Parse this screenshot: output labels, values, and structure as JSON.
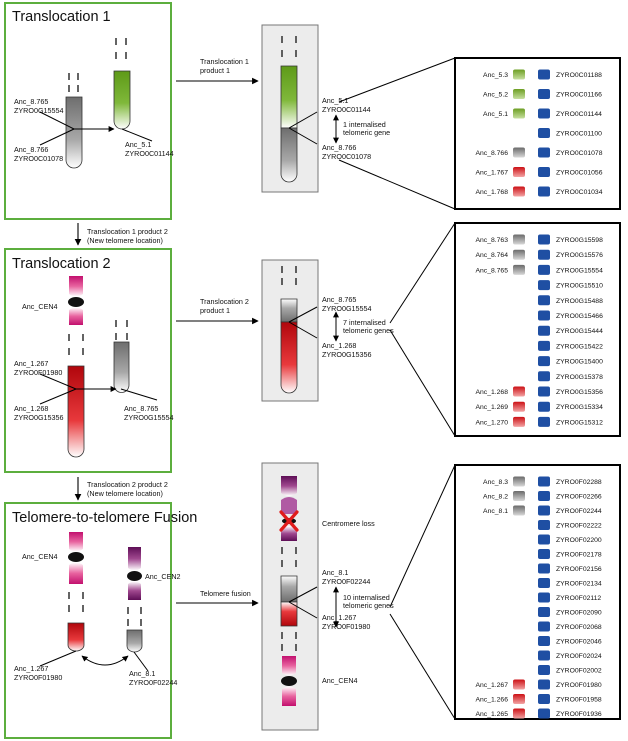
{
  "panels": {
    "translocation1": {
      "title": "Translocation 1"
    },
    "translocation2": {
      "title": "Translocation 2"
    },
    "fusion": {
      "title": "Telomere-to-telomere Fusion"
    }
  },
  "step_labels": {
    "t1_product2": [
      "Translocation 1 product 2",
      "(New telomere location)"
    ],
    "t2_product2": [
      "Translocation 2 product 2",
      "(New telomere location)"
    ]
  },
  "arrow_labels": {
    "t1_product1": [
      "Translocation 1",
      "product 1"
    ],
    "t2_product1": [
      "Translocation 2",
      "product 1"
    ],
    "fusion": [
      "Telomere fusion"
    ]
  },
  "t1_labels": {
    "top_left": [
      "Anc_8.765",
      "ZYRO0G15554"
    ],
    "bottom_left": [
      "Anc_8.766",
      "ZYRO0C01078"
    ],
    "right": [
      "Anc_5.1",
      "ZYRO0C01144"
    ]
  },
  "t1_product": {
    "top": [
      "Anc_5.1",
      "ZYRO0C01144"
    ],
    "bottom": [
      "Anc_8.766",
      "ZYRO0C01078"
    ],
    "note": [
      "1 internalised",
      "telomeric gene"
    ]
  },
  "t1_genes": {
    "anc": [
      "Anc_5.3",
      "Anc_5.2",
      "Anc_5.1",
      "",
      "Anc_8.766",
      "Anc_1.767",
      "Anc_1.768"
    ],
    "zyro": [
      "ZYRO0C01188",
      "ZYRO0C01166",
      "ZYRO0C01144",
      "ZYRO0C01100",
      "ZYRO0C01078",
      "ZYRO0C01056",
      "ZYRO0C01034"
    ]
  },
  "t2_labels": {
    "cen": "Anc_CEN4",
    "top_left": [
      "Anc_1.267",
      "ZYRO0F01980"
    ],
    "bottom_left": [
      "Anc_1.268",
      "ZYRO0G15356"
    ],
    "right": [
      "Anc_8.765",
      "ZYRO0G15554"
    ]
  },
  "t2_product": {
    "top": [
      "Anc_8.765",
      "ZYRO0G15554"
    ],
    "bottom": [
      "Anc_1.268",
      "ZYRO0G15356"
    ],
    "note": [
      "7 internalised",
      "telomeric genes"
    ]
  },
  "t2_genes": {
    "anc": [
      "Anc_8.763",
      "Anc_8.764",
      "Anc_8.765",
      "",
      "",
      "",
      "",
      "",
      "",
      "",
      "Anc_1.268",
      "Anc_1.269",
      "Anc_1.270"
    ],
    "zyro": [
      "ZYRO0G15598",
      "ZYRO0G15576",
      "ZYRO0G15554",
      "ZYRO0G15510",
      "ZYRO0G15488",
      "ZYRO0G15466",
      "ZYRO0G15444",
      "ZYRO0G15422",
      "ZYRO0G15400",
      "ZYRO0G15378",
      "ZYRO0G15356",
      "ZYRO0G15334",
      "ZYRO0G15312"
    ]
  },
  "fusion_labels": {
    "cen4": "Anc_CEN4",
    "cen2": "Anc_CEN2",
    "bottom_left": [
      "Anc_1.267",
      "ZYRO0F01980"
    ],
    "bottom_right": [
      "Anc_8.1",
      "ZYRO0F02244"
    ]
  },
  "fusion_product": {
    "centromere_loss": "Centromere loss",
    "top": [
      "Anc_8.1",
      "ZYRO0F02244"
    ],
    "bottom": [
      "Anc_1.267",
      "ZYRO0F01980"
    ],
    "note": [
      "10 internalised",
      "telomeric genes"
    ],
    "cen": "Anc_CEN4"
  },
  "fusion_genes": {
    "anc": [
      "Anc_8.3",
      "Anc_8.2",
      "Anc_8.1",
      "",
      "",
      "",
      "",
      "",
      "",
      "",
      "",
      "",
      "",
      "",
      "Anc_1.267",
      "Anc_1.266",
      "Anc_1.265"
    ],
    "zyro": [
      "ZYRO0F02288",
      "ZYRO0F02266",
      "ZYRO0F02244",
      "ZYRO0F02222",
      "ZYRO0F02200",
      "ZYRO0F02178",
      "ZYRO0F02156",
      "ZYRO0F02134",
      "ZYRO0F02112",
      "ZYRO0F02090",
      "ZYRO0F02068",
      "ZYRO0F02046",
      "ZYRO0F02024",
      "ZYRO0F02002",
      "ZYRO0F01980",
      "ZYRO0F01958",
      "ZYRO0F01936"
    ]
  },
  "colors": {
    "panel_border": "#5cae3e",
    "green": "#6a9e28",
    "red": "#d9191c",
    "grey": "#7a7a7a",
    "magenta": "#c2106e",
    "purple": "#6e1466",
    "blue": "#1f4fa3",
    "product_bg": "#ececec"
  }
}
